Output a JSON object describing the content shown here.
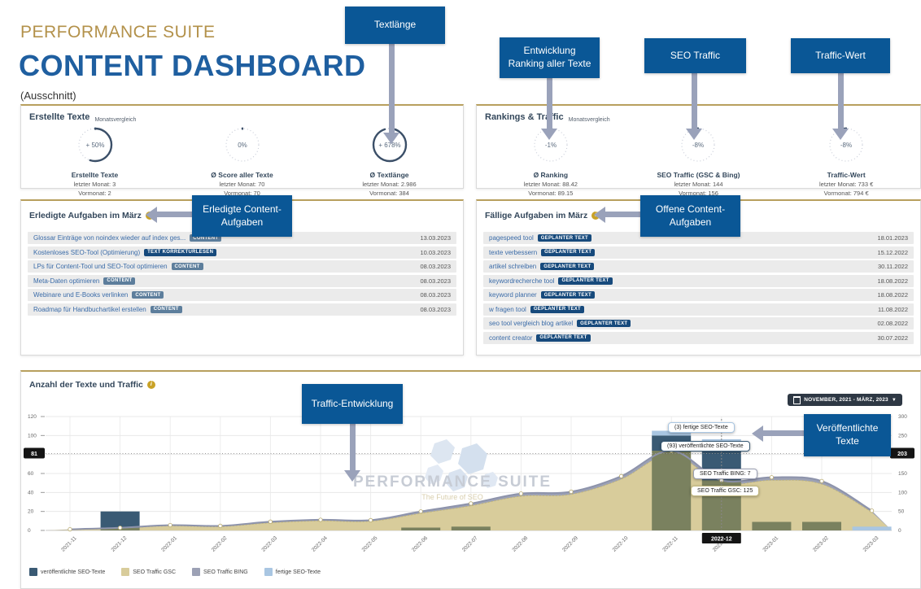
{
  "header": {
    "brand": "PERFORMANCE SUITE",
    "title": "CONTENT DASHBOARD",
    "subtitle": "(Ausschnitt)"
  },
  "colors": {
    "callout_blue": "#0a5796",
    "gold": "#b3914a",
    "title_blue": "#1f5fa0",
    "bar_dark": "#3a5a74",
    "bar_overlap_olive": "#7a815f",
    "area_tan": "#d8cc9b",
    "line_gray": "#9ca1b5",
    "light_blue": "#a9c6e2"
  },
  "callouts": [
    {
      "label": "Textlänge"
    },
    {
      "label": "Entwicklung Ranking aller Texte"
    },
    {
      "label": "SEO Traffic"
    },
    {
      "label": "Traffic-Wert"
    },
    {
      "label": "Erledigte Content-Aufgaben"
    },
    {
      "label": "Offene Content-Aufgaben"
    },
    {
      "label": "Traffic-Entwicklung"
    },
    {
      "label": "Veröffentlichte Texte"
    }
  ],
  "erstellte_panel": {
    "title": "Erstellte Texte",
    "subtitle": "Monatsvergleich",
    "gauges": [
      {
        "value": "+ 50%",
        "arc": 0.55,
        "label": "Erstellte Texte",
        "line1": "letzter Monat: 3",
        "line2": "Vormonat: 2"
      },
      {
        "value": "0%",
        "arc": 0,
        "label": "Ø Score aller Texte",
        "line1": "letzter Monat: 70",
        "line2": "Vormonat: 70"
      },
      {
        "value": "+ 678%",
        "arc": 0.95,
        "label": "Ø Textlänge",
        "line1": "letzter Monat: 2.986",
        "line2": "Vormonat: 384"
      }
    ]
  },
  "rankings_panel": {
    "title": "Rankings & Traffic",
    "subtitle": "Monatsvergleich",
    "gauges": [
      {
        "value": "-1%",
        "arc": -0.02,
        "label": "Ø Ranking",
        "line1": "letzter Monat: 88.42",
        "line2": "Vormonat: 89.15"
      },
      {
        "value": "-8%",
        "arc": -0.08,
        "label": "SEO Traffic (GSC & Bing)",
        "line1": "letzter Monat: 144",
        "line2": "Vormonat: 156"
      },
      {
        "value": "-8%",
        "arc": -0.08,
        "label": "Traffic-Wert",
        "line1": "letzter Monat: 733 €",
        "line2": "Vormonat: 794 €"
      }
    ]
  },
  "erledigte_panel": {
    "title": "Erledigte Aufgaben im März",
    "tasks": [
      {
        "text": "Glossar Einträge von noindex wieder auf index ges...",
        "badge": "CONTENT",
        "badge_type": "slate",
        "date": "13.03.2023"
      },
      {
        "text": "Kostenloses SEO-Tool (Optimierung)",
        "badge": "TEXT KORREKTURLESEN",
        "badge_type": "navy",
        "date": "10.03.2023"
      },
      {
        "text": "LPs für Content-Tool und SEO-Tool optimieren",
        "badge": "CONTENT",
        "badge_type": "slate",
        "date": "08.03.2023"
      },
      {
        "text": "Meta-Daten optimieren",
        "badge": "CONTENT",
        "badge_type": "slate",
        "date": "08.03.2023"
      },
      {
        "text": "Webinare und E-Books verlinken",
        "badge": "CONTENT",
        "badge_type": "slate",
        "date": "08.03.2023"
      },
      {
        "text": "Roadmap für Handbuchartikel erstellen",
        "badge": "CONTENT",
        "badge_type": "slate",
        "date": "08.03.2023"
      }
    ]
  },
  "faellige_panel": {
    "title": "Fällige Aufgaben im März",
    "tasks": [
      {
        "text": "pagespeed tool",
        "badge": "GEPLANTER TEXT",
        "badge_type": "navy",
        "date": "18.01.2023"
      },
      {
        "text": "texte verbessern",
        "badge": "GEPLANTER TEXT",
        "badge_type": "navy",
        "date": "15.12.2022"
      },
      {
        "text": "artikel schreiben",
        "badge": "GEPLANTER TEXT",
        "badge_type": "navy",
        "date": "30.11.2022"
      },
      {
        "text": "keywordrecherche tool",
        "badge": "GEPLANTER TEXT",
        "badge_type": "navy",
        "date": "18.08.2022"
      },
      {
        "text": "keyword planner",
        "badge": "GEPLANTER TEXT",
        "badge_type": "navy",
        "date": "18.08.2022"
      },
      {
        "text": "w fragen tool",
        "badge": "GEPLANTER TEXT",
        "badge_type": "navy",
        "date": "11.08.2022"
      },
      {
        "text": "seo tool vergleich blog artikel",
        "badge": "GEPLANTER TEXT",
        "badge_type": "navy",
        "date": "02.08.2022"
      },
      {
        "text": "content creator",
        "badge": "GEPLANTER TEXT",
        "badge_type": "navy",
        "date": "30.07.2022"
      }
    ]
  },
  "chart_panel": {
    "title": "Anzahl der Texte und Traffic",
    "date_range": "NOVEMBER, 2021 - MÄRZ, 2023",
    "watermark": "PERFORMANCE SUITE",
    "watermark_sub": "The Future of SEO"
  },
  "chart_data": {
    "type": "area+bar+line",
    "x": [
      "2021-11",
      "2021-12",
      "2022-01",
      "2022-02",
      "2022-03",
      "2022-04",
      "2022-05",
      "2022-06",
      "2022-07",
      "2022-08",
      "2022-09",
      "2022-10",
      "2022-11",
      "2022-12",
      "2023-01",
      "2023-02",
      "2023-03"
    ],
    "series": [
      {
        "name": "veröffentlichte SEO-Texte",
        "type": "bar",
        "axis": "left",
        "color": "#3a5a74",
        "values": [
          0,
          20,
          0,
          0,
          0,
          0,
          0,
          3,
          4,
          0,
          0,
          0,
          100,
          93,
          9,
          9,
          0
        ]
      },
      {
        "name": "fertige SEO-Texte",
        "type": "bar",
        "axis": "left",
        "color": "#a9c6e2",
        "values": [
          0,
          0,
          0,
          0,
          0,
          0,
          0,
          0,
          0,
          0,
          0,
          0,
          5,
          3,
          0,
          0,
          4
        ]
      },
      {
        "name": "SEO Traffic GSC",
        "type": "area",
        "axis": "right",
        "color": "#d8cc9b",
        "values": [
          2,
          6,
          12,
          10,
          20,
          25,
          24,
          45,
          65,
          90,
          95,
          135,
          200,
          125,
          132,
          122,
          48
        ]
      },
      {
        "name": "SEO Traffic BING",
        "type": "line",
        "axis": "right",
        "color": "#9ca1b5",
        "values": [
          1,
          1,
          2,
          2,
          3,
          3,
          3,
          5,
          6,
          7,
          7,
          8,
          10,
          7,
          8,
          8,
          4
        ]
      }
    ],
    "left_axis": {
      "min": 0,
      "max": 120,
      "ticks": [
        0,
        20,
        40,
        60,
        100,
        120
      ]
    },
    "right_axis": {
      "min": 0,
      "max": 300,
      "ticks": [
        0,
        50,
        100,
        150,
        250,
        300
      ]
    },
    "crosshair": {
      "month_index": 13,
      "x_label": "2022-12",
      "left_label": "81",
      "right_label": "203",
      "left_value": 81
    },
    "tooltips": [
      {
        "text": "(3) fertige SEO-Texte",
        "border": "#a9c6e2"
      },
      {
        "text": "(93) veröffentlichte SEO-Texte",
        "border": "#3a5a74"
      },
      {
        "text": "SEO Traffic BING: 7",
        "border": "#9ca1b5"
      },
      {
        "text": "SEO Traffic GSC: 125",
        "border": "#c2b87e"
      }
    ],
    "legend": [
      {
        "label": "veröffentlichte SEO-Texte",
        "color": "#3a5a74"
      },
      {
        "label": "SEO Traffic GSC",
        "color": "#d8cc9b"
      },
      {
        "label": "SEO Traffic BING",
        "color": "#9ca1b5"
      },
      {
        "label": "fertige SEO-Texte",
        "color": "#a9c6e2"
      }
    ],
    "grid": true,
    "legend_position": "bottom-left"
  }
}
